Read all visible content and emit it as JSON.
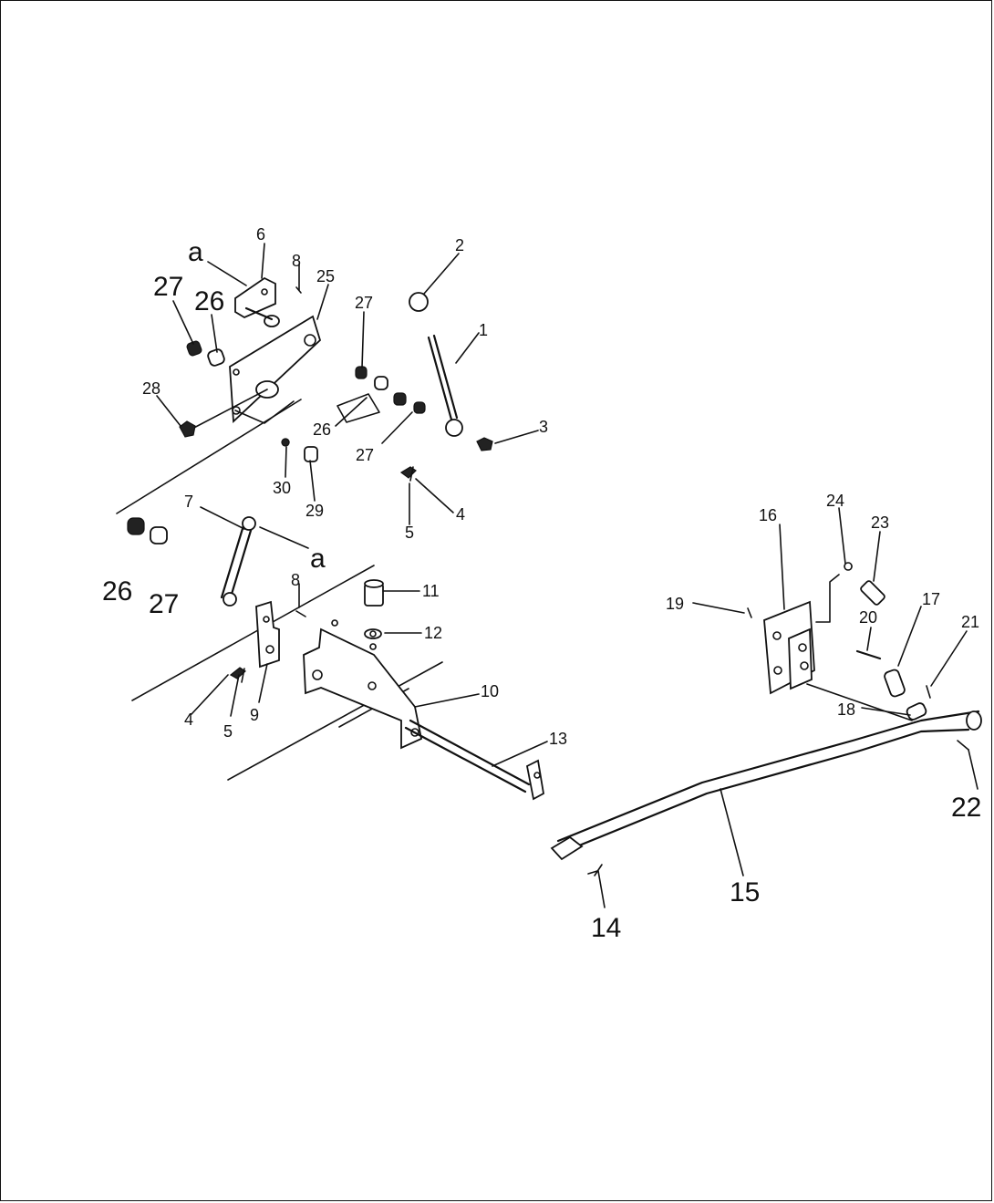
{
  "labels": [
    {
      "id": "1",
      "text": "1"
    },
    {
      "id": "2",
      "text": "2"
    },
    {
      "id": "3",
      "text": "3"
    },
    {
      "id": "4a",
      "text": "4"
    },
    {
      "id": "4b",
      "text": "4"
    },
    {
      "id": "5a",
      "text": "5"
    },
    {
      "id": "5b",
      "text": "5"
    },
    {
      "id": "6",
      "text": "6"
    },
    {
      "id": "7",
      "text": "7"
    },
    {
      "id": "8a",
      "text": "8"
    },
    {
      "id": "8b",
      "text": "8"
    },
    {
      "id": "9",
      "text": "9"
    },
    {
      "id": "10",
      "text": "10"
    },
    {
      "id": "11",
      "text": "11"
    },
    {
      "id": "12",
      "text": "12"
    },
    {
      "id": "13",
      "text": "13"
    },
    {
      "id": "14",
      "text": "14"
    },
    {
      "id": "15",
      "text": "15"
    },
    {
      "id": "16",
      "text": "16"
    },
    {
      "id": "17",
      "text": "17"
    },
    {
      "id": "18",
      "text": "18"
    },
    {
      "id": "19",
      "text": "19"
    },
    {
      "id": "20",
      "text": "20"
    },
    {
      "id": "21",
      "text": "21"
    },
    {
      "id": "22",
      "text": "22"
    },
    {
      "id": "23",
      "text": "23"
    },
    {
      "id": "24",
      "text": "24"
    },
    {
      "id": "25",
      "text": "25"
    },
    {
      "id": "26a",
      "text": "26"
    },
    {
      "id": "26b",
      "text": "26"
    },
    {
      "id": "26c",
      "text": "26"
    },
    {
      "id": "27a",
      "text": "27"
    },
    {
      "id": "27b",
      "text": "27"
    },
    {
      "id": "27c",
      "text": "27"
    },
    {
      "id": "27d",
      "text": "27"
    },
    {
      "id": "28",
      "text": "28"
    },
    {
      "id": "29",
      "text": "29"
    },
    {
      "id": "30",
      "text": "30"
    },
    {
      "id": "aa",
      "text": "a"
    },
    {
      "id": "ab",
      "text": "a"
    }
  ]
}
